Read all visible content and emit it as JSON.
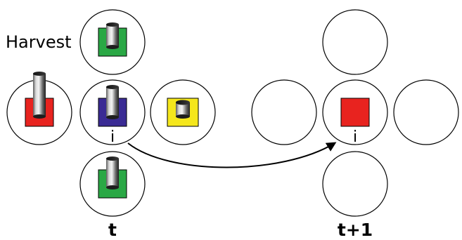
{
  "labels": {
    "harvest": "Harvest",
    "cell_i_t": "i",
    "cell_i_t1": "i",
    "time_t": "t",
    "time_t1": "t+1"
  },
  "colors": {
    "red": "#e8231f",
    "blue": "#3a2b94",
    "green": "#2aa845",
    "yellow": "#f5e71c",
    "outline": "#000000"
  },
  "diagram": {
    "panel_t": {
      "center": {
        "square": "blue",
        "cylinder": "tall"
      },
      "up": {
        "square": "green",
        "cylinder": "tall"
      },
      "down": {
        "square": "green",
        "cylinder": "tall"
      },
      "left": {
        "square": "red",
        "cylinder": "tallest"
      },
      "right": {
        "square": "yellow",
        "cylinder": "short"
      }
    },
    "panel_t1": {
      "center": {
        "square": "red"
      },
      "up": {},
      "down": {},
      "left": {},
      "right": {}
    }
  }
}
